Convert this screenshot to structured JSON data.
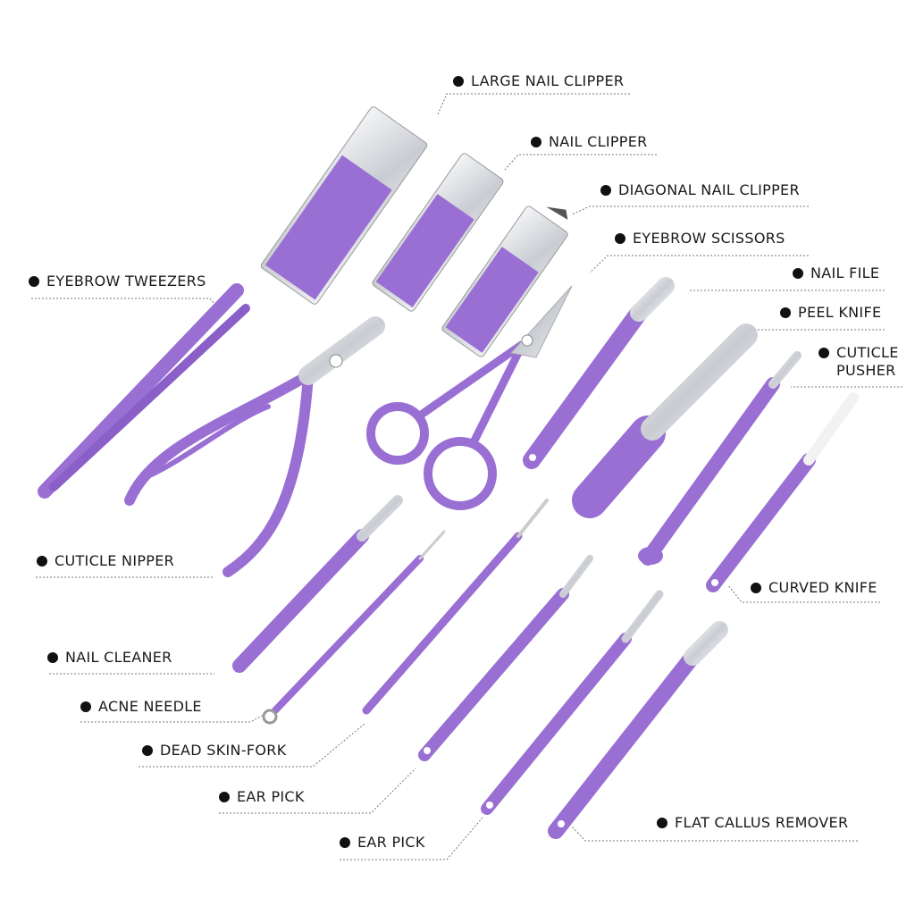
{
  "colors": {
    "tool_purple": "#9a6fd4",
    "tool_purple_dark": "#7d52bd",
    "steel": "#d9dce0",
    "text": "#1a1a1a"
  },
  "labels": {
    "large_nail_clipper": "LARGE NAIL CLIPPER",
    "nail_clipper": "NAIL CLIPPER",
    "diagonal_nail_clipper": "DIAGONAL NAIL CLIPPER",
    "eyebrow_scissors": "EYEBROW SCISSORS",
    "nail_file": "NAIL FILE",
    "peel_knife": "PEEL KNIFE",
    "cuticle_pusher_1": "CUTICLE",
    "cuticle_pusher_2": "PUSHER",
    "eyebrow_tweezers": "EYEBROW TWEEZERS",
    "cuticle_nipper": "CUTICLE NIPPER",
    "curved_knife": "CURVED KNIFE",
    "nail_cleaner": "NAIL CLEANER",
    "acne_needle": "ACNE NEEDLE",
    "dead_skin_fork": "DEAD SKIN-FORK",
    "ear_pick_1": "EAR PICK",
    "ear_pick_2": "EAR PICK",
    "flat_callus_remover": "FLAT CALLUS REMOVER"
  }
}
